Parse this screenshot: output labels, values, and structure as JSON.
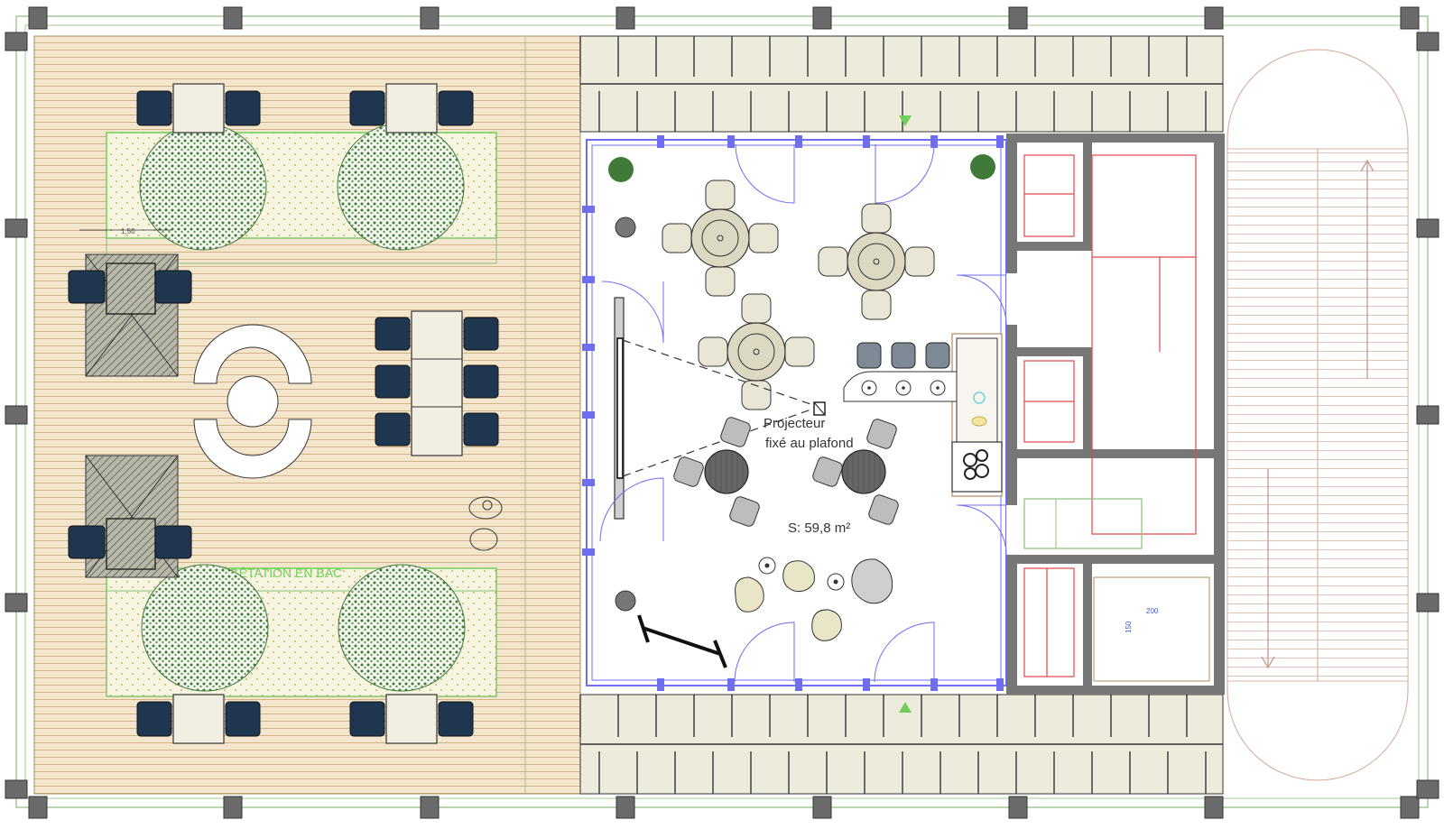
{
  "labels": {
    "projector": "Projecteur",
    "projector_sub": "fixé au plafond",
    "area": "S: 59,8 m²",
    "vegetation": "VÉGÉTATION EN BAC",
    "dim_small": "1,50",
    "dim_200": "200",
    "dim_150": "150"
  },
  "colors": {
    "deck": "#f3e6cc",
    "deck_line": "#c9a874",
    "paving": "#edebdc",
    "wall": "#777777",
    "column": "#6b6b6b",
    "glass": "#6f6df0",
    "red": "#e0474b",
    "tree": "#3f7a38",
    "chair_dark": "#1f3650",
    "table": "#f1efe2",
    "furniture": "#e9e6d6"
  },
  "icons": [
    "tree-icon",
    "chair-icon",
    "round-table-icon",
    "stool-icon",
    "cooktop-icon",
    "stair-arrow-icon",
    "projector-icon"
  ]
}
